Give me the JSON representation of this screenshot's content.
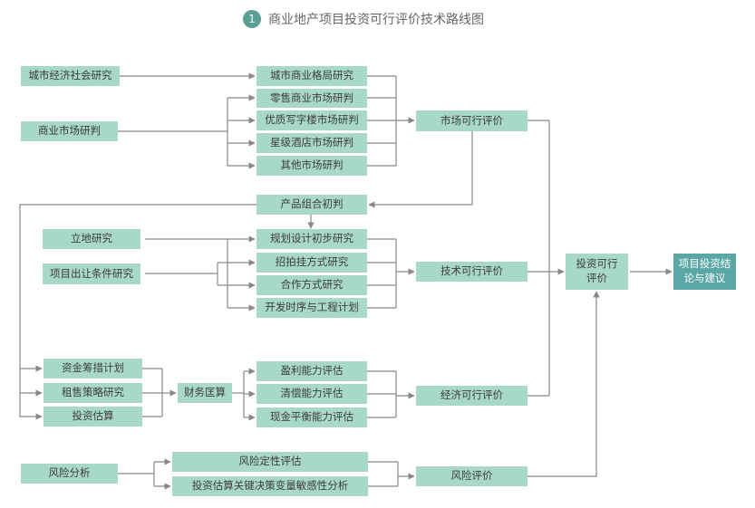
{
  "title": {
    "number": "1",
    "text": "商业地产项目投资可行评价技术路线图"
  },
  "nodes": {
    "city_research": "城市经济社会研究",
    "market_research": "商业市场研判",
    "city_pattern": "城市商业格局研究",
    "retail": "零售商业市场研判",
    "office": "优质写字楼市场研判",
    "hotel": "星级酒店市场研判",
    "other": "其他市场研判",
    "market_eval": "市场可行评价",
    "product_mix": "产品组合初判",
    "site_research": "立地研究",
    "transfer": "项目出让条件研究",
    "planning": "规划设计初步研究",
    "bidding": "招拍挂方式研究",
    "coop": "合作方式研究",
    "dev_order": "开发时序与工程计划",
    "tech_eval": "技术可行评价",
    "invest_eval": "投资可行评价",
    "conclusion": "项目投资结论与建议",
    "fund_plan": "资金筹措计划",
    "lease_sale": "租售策略研究",
    "invest_est": "投资估算",
    "fin_calc": "财务匡算",
    "profit": "盈利能力评估",
    "debt": "清偿能力评估",
    "cash": "现金平衡能力评估",
    "econ_eval": "经济可行评价",
    "risk": "风险分析",
    "risk_qual": "风险定性评估",
    "sensitivity": "投资估算关键决策变量敏感性分析",
    "risk_eval": "风险评价"
  },
  "colors": {
    "box": "#a8d8c8",
    "dark_box": "#5aa8a6",
    "line": "#888888",
    "title_circle": "#5a9f95"
  }
}
